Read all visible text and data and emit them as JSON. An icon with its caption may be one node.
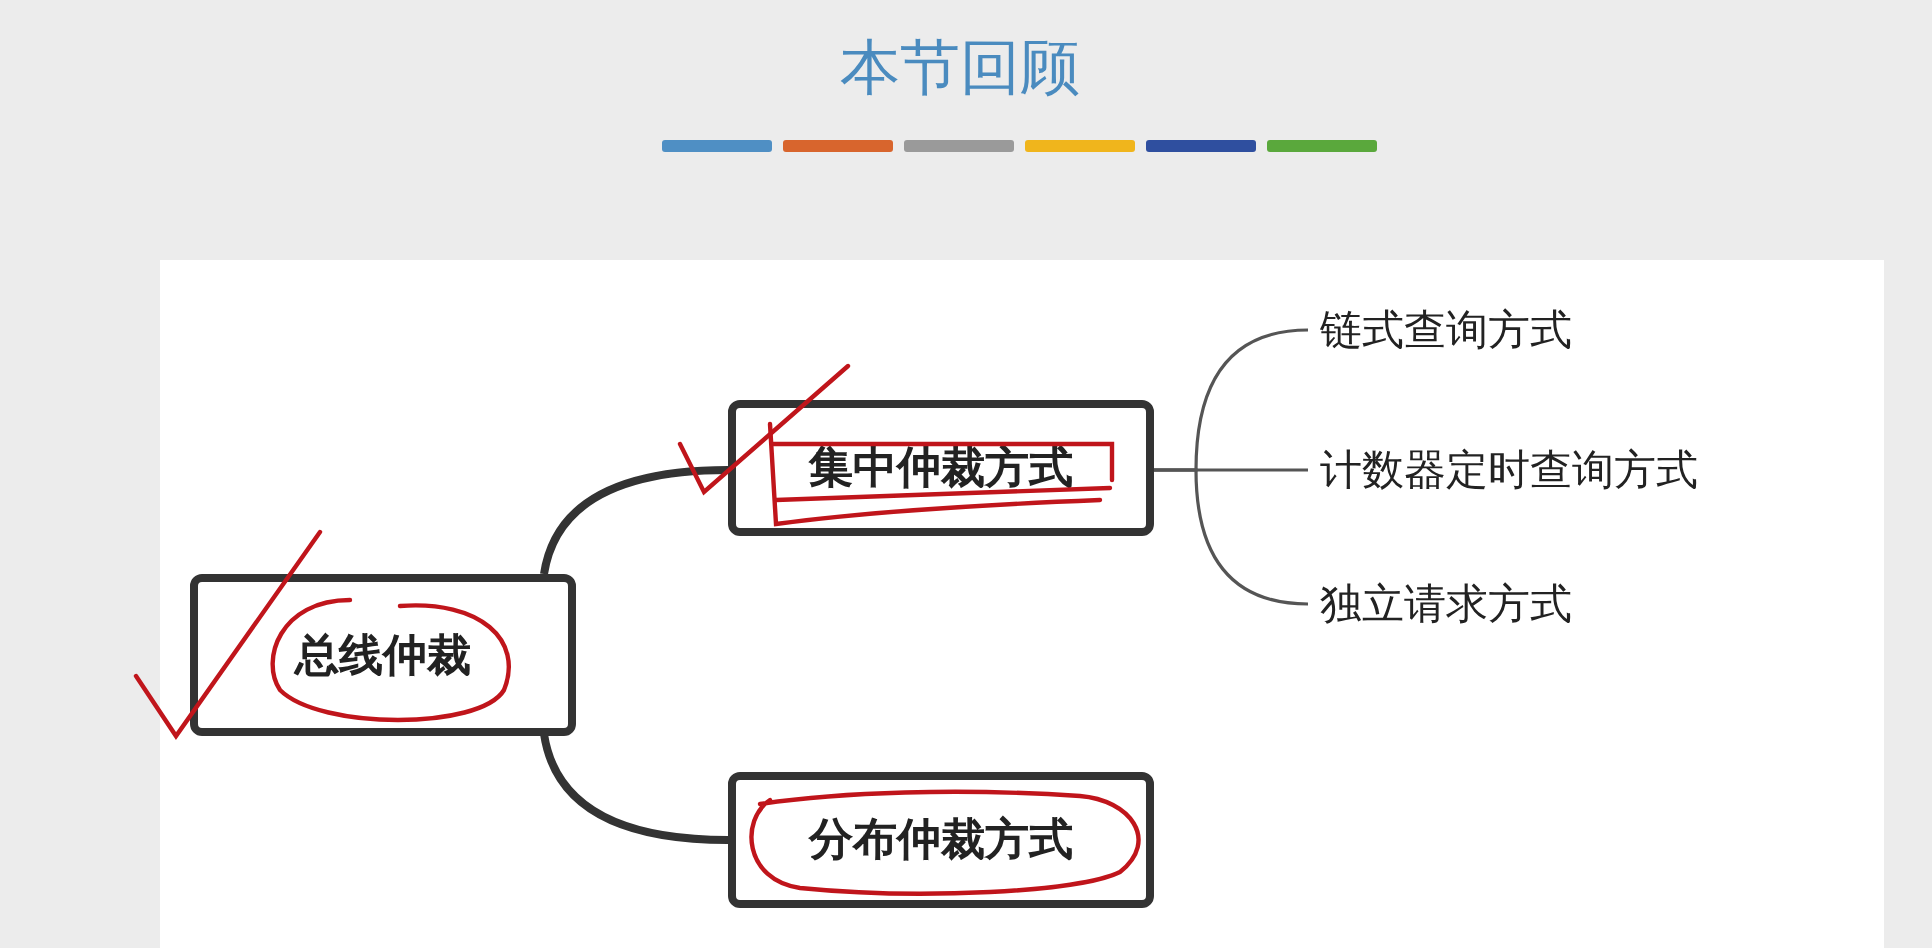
{
  "diagram": {
    "title": "本节回顾",
    "nodes": [
      {
        "text": [
          "总线仲裁"
        ]
      },
      {
        "text": [
          "集中仲裁方式"
        ]
      },
      {
        "text": [
          "分布仲裁方式"
        ]
      },
      {
        "text": [
          "链式查询方式"
        ]
      },
      {
        "text": [
          "计数器定时查询方式"
        ]
      },
      {
        "text": [
          "独立请求方式"
        ]
      }
    ],
    "edges": [
      {
        "from": 0,
        "to": 1,
        "arrow": "none",
        "style": "thick"
      },
      {
        "from": 0,
        "to": 2,
        "arrow": "none",
        "style": "thick"
      },
      {
        "from": 1,
        "to": 3,
        "arrow": "none"
      },
      {
        "from": 1,
        "to": 4,
        "arrow": "none"
      },
      {
        "from": 1,
        "to": 5,
        "arrow": "none"
      }
    ]
  }
}
